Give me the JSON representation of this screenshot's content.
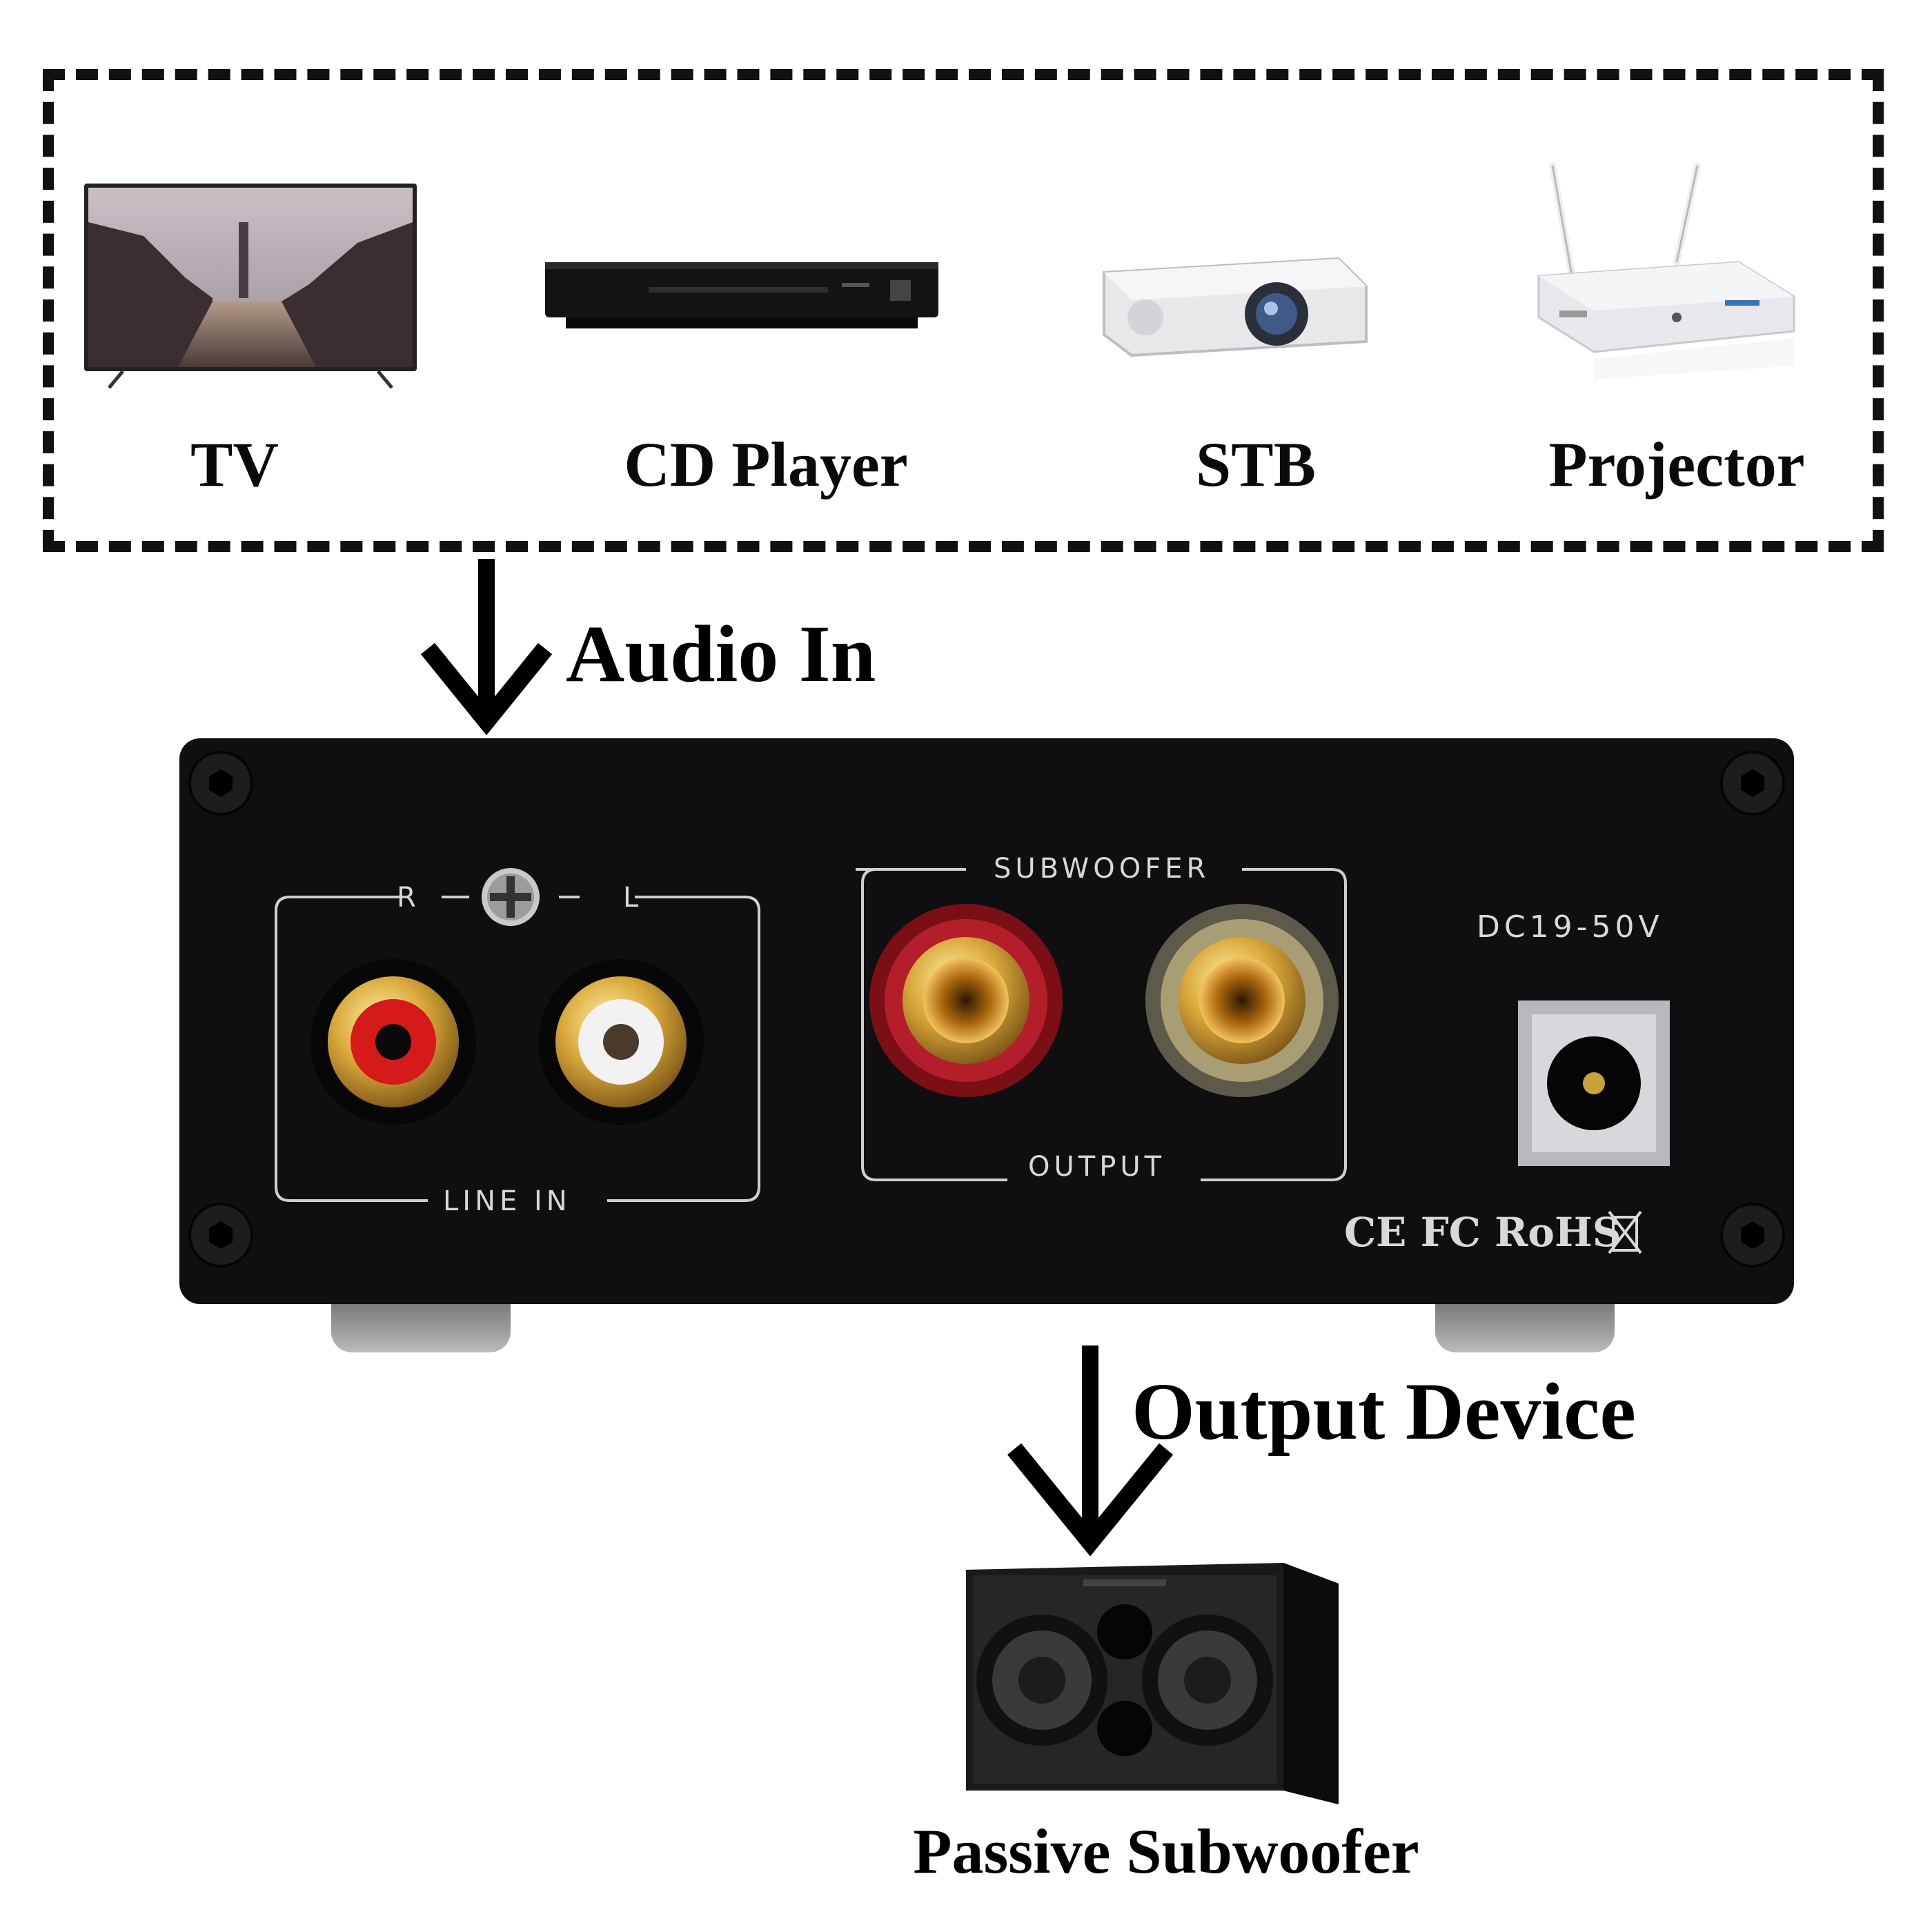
{
  "sources": {
    "tv": {
      "label": "TV",
      "icon": "tv-icon"
    },
    "cd": {
      "label": "CD Player",
      "icon": "cd-player-icon"
    },
    "stb": {
      "label": "STB",
      "icon": "projector-icon"
    },
    "projector": {
      "label": "Projector",
      "icon": "set-top-box-icon"
    }
  },
  "flow": {
    "audio_in": "Audio In",
    "output_device": "Output Device"
  },
  "panel": {
    "line_in": {
      "title": "LINE IN",
      "right": "R",
      "left": "L"
    },
    "subwoofer": {
      "top": "SUBWOOFER",
      "bottom": "OUTPUT"
    },
    "power": "DC19-50V",
    "certs": "CE FC RoHS"
  },
  "speaker": {
    "label": "Passive Subwoofer"
  },
  "colors": {
    "panel": "#0f0f11",
    "gold": "#c9a23a",
    "red_jack": "#d61a1a"
  }
}
